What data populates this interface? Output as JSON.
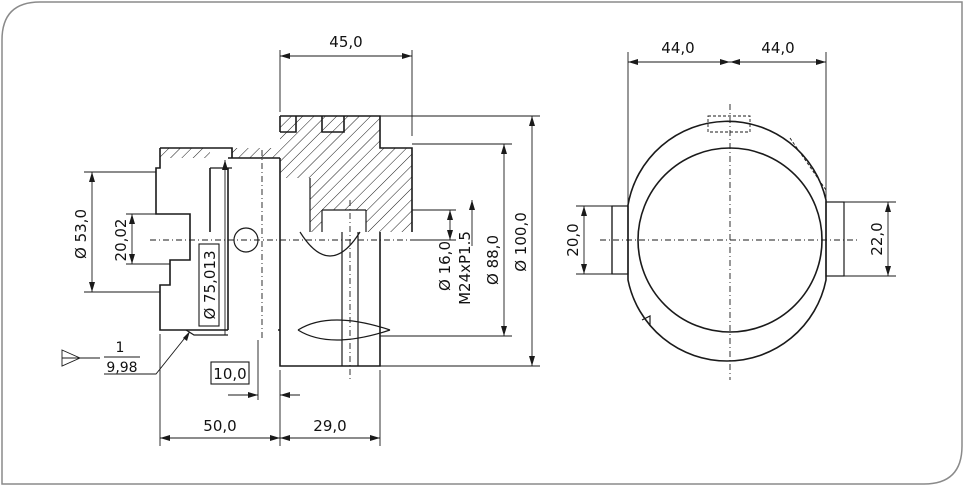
{
  "drawing": {
    "side_view": {
      "top_width": "45,0",
      "bore_diameter": "Ø 53,0",
      "slot_height": "20,02",
      "flange_diameter_boxed": "Ø 75,013",
      "taper_symbol_numerator": "1",
      "taper_symbol_denominator": "9,98",
      "flange_offset_boxed": "10,0",
      "left_length": "50,0",
      "right_length": "29,0",
      "thread_hole": "Ø 16,0",
      "thread_spec": "M24xP1.5",
      "diameter_88": "Ø 88,0",
      "diameter_100": "Ø 100,0"
    },
    "front_view": {
      "left_half_width": "44,0",
      "right_half_width": "44,0",
      "left_slot_height": "20,0",
      "right_slot_height": "22,0"
    }
  }
}
